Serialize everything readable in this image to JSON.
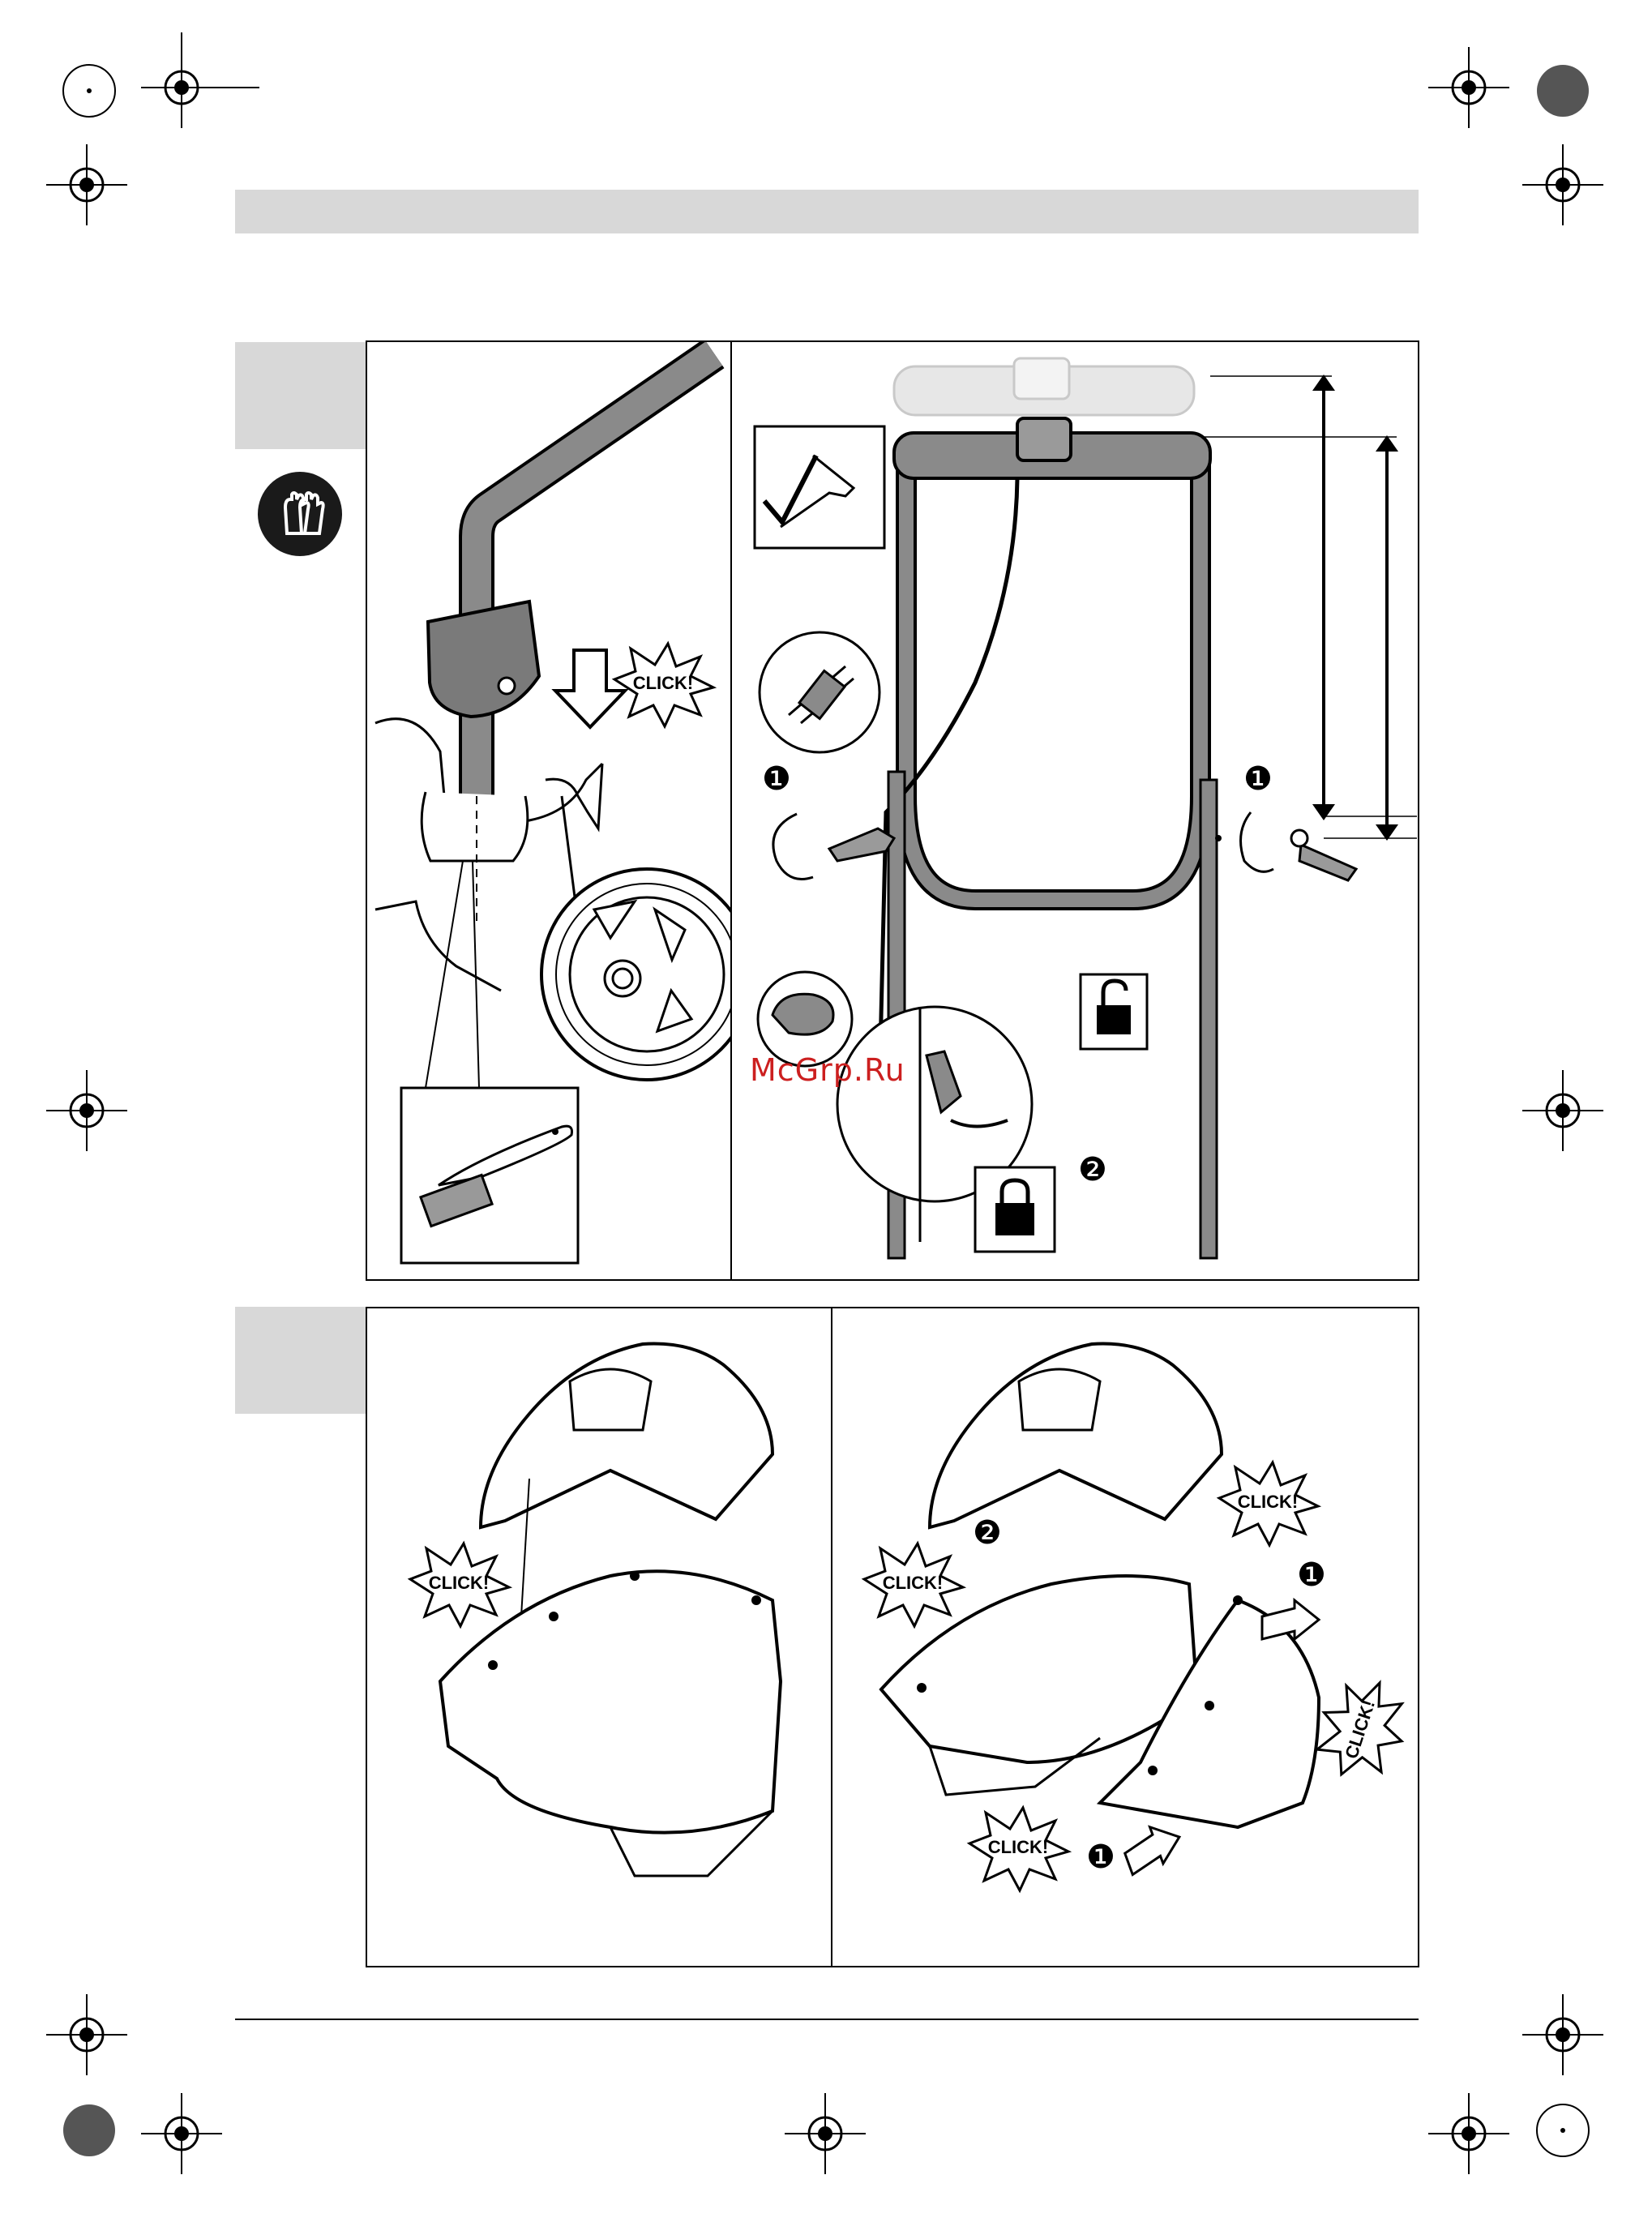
{
  "watermark": "McGrp.Ru",
  "burst_label": "CLICK!",
  "step_markers": [
    "❶",
    "❷"
  ],
  "icons": [
    "gloves-icon",
    "check-icon",
    "lock-open-icon",
    "lock-closed-icon",
    "brush-icon",
    "registration-mark-icon"
  ],
  "colors": {
    "header_bar": "#d8d8d8",
    "watermark": "#cc1f1f",
    "ink": "#000000"
  }
}
